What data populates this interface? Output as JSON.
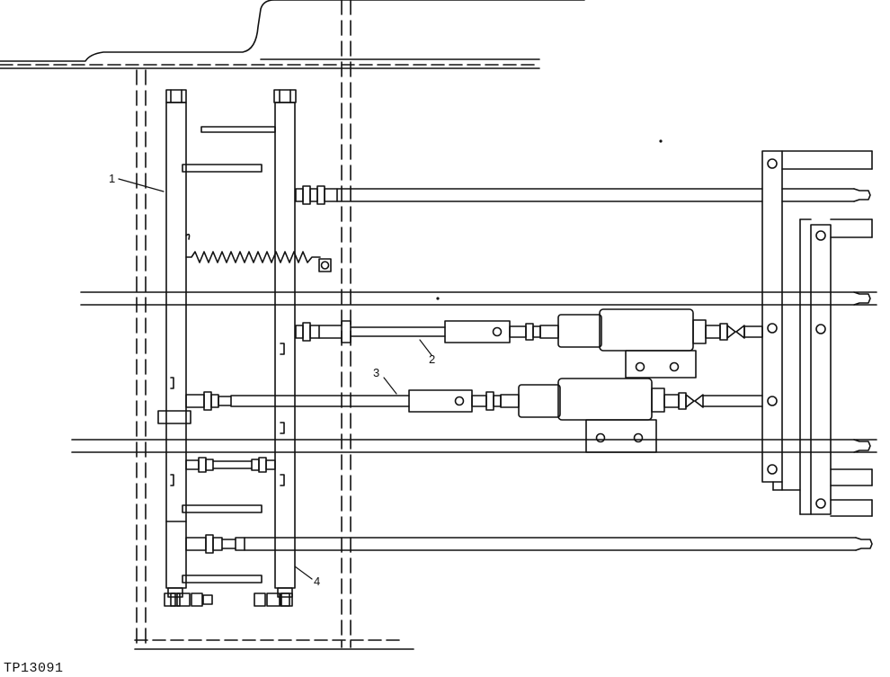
{
  "figure_id": "TP13091",
  "callouts": {
    "c1": "1",
    "c2": "2",
    "c3": "3",
    "c4": "4"
  },
  "colors": {
    "line": "#111111",
    "background": "#ffffff"
  }
}
